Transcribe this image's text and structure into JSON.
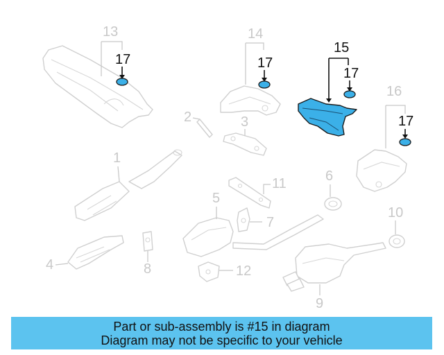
{
  "diagram": {
    "callouts": {
      "c1": "1",
      "c2": "2",
      "c3": "3",
      "c4": "4",
      "c5": "5",
      "c6": "6",
      "c7": "7",
      "c8": "8",
      "c9": "9",
      "c10": "10",
      "c11": "11",
      "c12": "12",
      "c13": "13",
      "c14": "14",
      "c15": "15",
      "c16": "16",
      "c17a": "17",
      "c17b": "17",
      "c17c": "17",
      "c17d": "17"
    },
    "colors": {
      "highlight": "#3bb0e8",
      "banner": "#5cc3ef",
      "lines": "#c8c8c8"
    }
  },
  "banner": {
    "line1": "Part or sub-assembly is #15 in diagram",
    "line2": "Diagram may not be specific to your vehicle"
  }
}
